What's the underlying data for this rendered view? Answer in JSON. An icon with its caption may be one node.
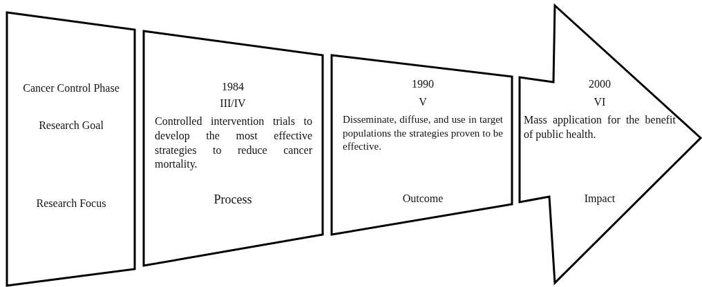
{
  "diagram": {
    "nodes": [
      {
        "text": [
          "Cancer Control Phase",
          "Research Goal",
          "Research Focus"
        ]
      },
      {
        "text": [
          "1984",
          "III/IV",
          "Controlled intervention trials to develop the most effective strategies to reduce cancer mortality.",
          "Process"
        ]
      },
      {
        "text": [
          "1990",
          "V",
          "Disseminate, diffuse, and use in target populations the strategies proven to be effective.",
          "Outcome"
        ]
      },
      {
        "text": [
          "2000",
          "VI",
          "Mass application for the benefit of public health.",
          "Impact"
        ]
      }
    ]
  }
}
